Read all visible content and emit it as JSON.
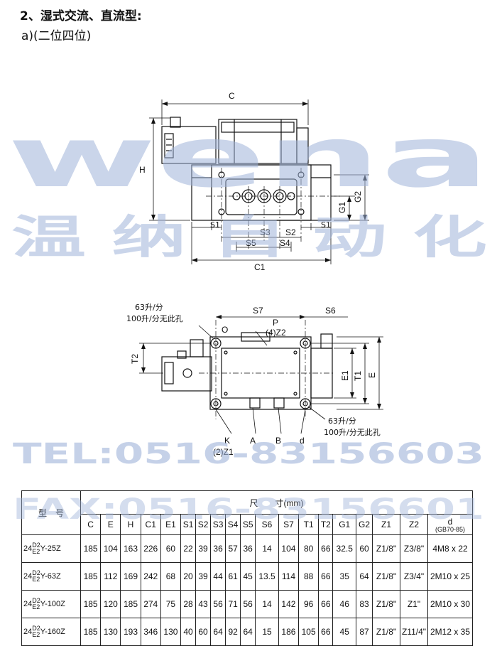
{
  "heading": "2、湿式交流、直流型:",
  "subheading": "a)(二位四位)",
  "watermark": {
    "logo_text": "wena",
    "company_text": "温 纳 自 动 化",
    "tel_text": "TEL:0516-83156603",
    "fax_text": "FAX:0516-83156601",
    "color": "#9fb3d9"
  },
  "drawing_top": {
    "labels": {
      "C": "C",
      "H": "H",
      "C1": "C1",
      "G1": "G1",
      "G2": "G2",
      "S1_left": "S1",
      "S1_right": "S1",
      "S2": "S2",
      "S3": "S3",
      "S4": "S4",
      "S5": "S5"
    }
  },
  "drawing_bottom": {
    "labels": {
      "flow_top_1": "63升/分",
      "flow_top_2": "100升/分无此孔",
      "S7": "S7",
      "S6": "S6",
      "O": "O",
      "P": "P",
      "Z2": "(4)Z2",
      "T2": "T2",
      "E1": "E1",
      "T1": "T1",
      "E": "E",
      "flow_bottom_1": "63升/分",
      "flow_bottom_2": "100升/分无此孔",
      "K": "K",
      "A": "A",
      "B": "B",
      "d": "d",
      "Z1": "(2)Z1"
    }
  },
  "table": {
    "model_header": "型　号",
    "size_header": "尺　　寸(mm)",
    "columns": [
      "C",
      "E",
      "H",
      "C1",
      "E1",
      "S1",
      "S2",
      "S3",
      "S4",
      "S5",
      "S6",
      "S7",
      "T1",
      "T2",
      "G1",
      "G2",
      "Z1",
      "Z2"
    ],
    "d_header": "d",
    "d_sub": "(GB70-85)",
    "rows": [
      {
        "pre": "24",
        "sup": "D2",
        "sub": "E2",
        "suf": "Y-25Z",
        "values": [
          "185",
          "104",
          "163",
          "226",
          "60",
          "22",
          "39",
          "36",
          "57",
          "36",
          "14",
          "104",
          "80",
          "66",
          "32.5",
          "60",
          "Z1/8\"",
          "Z3/8\"",
          "4M8 x 22"
        ]
      },
      {
        "pre": "24",
        "sup": "D2",
        "sub": "E2",
        "suf": "Y-63Z",
        "values": [
          "185",
          "112",
          "169",
          "242",
          "68",
          "20",
          "39",
          "44",
          "61",
          "45",
          "13.5",
          "114",
          "88",
          "66",
          "35",
          "64",
          "Z1/8\"",
          "Z3/4\"",
          "2M10 x 25"
        ]
      },
      {
        "pre": "24",
        "sup": "D2",
        "sub": "E2",
        "suf": "Y-100Z",
        "values": [
          "185",
          "120",
          "185",
          "274",
          "75",
          "28",
          "43",
          "56",
          "71",
          "56",
          "14",
          "142",
          "96",
          "66",
          "46",
          "83",
          "Z1/8\"",
          "Z1\"",
          "2M10 x 30"
        ]
      },
      {
        "pre": "24",
        "sup": "D2",
        "sub": "E2",
        "suf": "Y-160Z",
        "values": [
          "185",
          "130",
          "193",
          "346",
          "130",
          "40",
          "60",
          "64",
          "92",
          "64",
          "15",
          "186",
          "105",
          "66",
          "45",
          "87",
          "Z1/8\"",
          "Z11/4\"",
          "2M12 x 35"
        ]
      }
    ]
  }
}
